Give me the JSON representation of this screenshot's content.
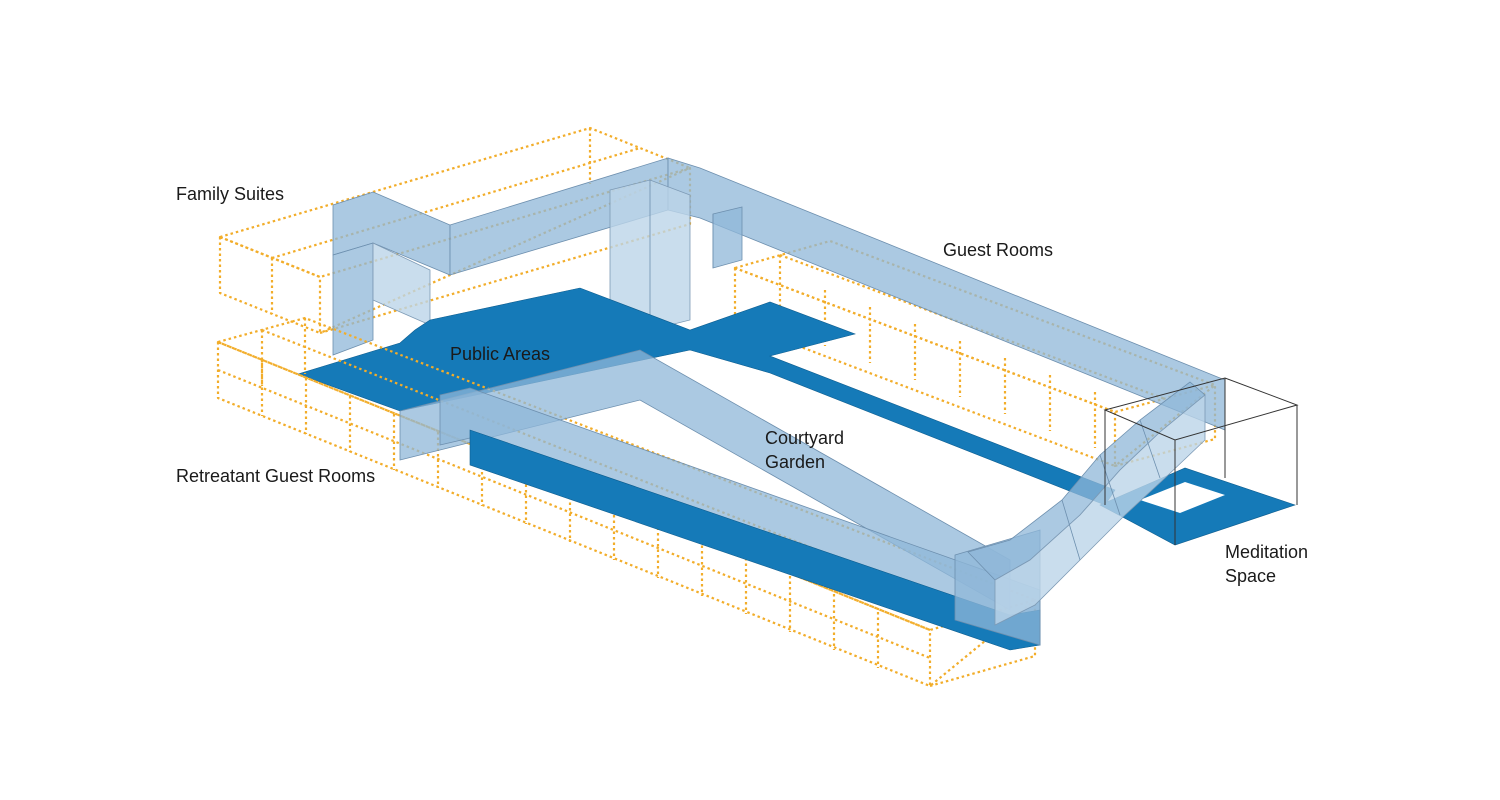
{
  "labels": {
    "family_suites": "Family Suites",
    "guest_rooms": "Guest Rooms",
    "public_areas": "Public Areas",
    "courtyard_line1": "Courtyard",
    "courtyard_line2": "Garden",
    "retreatant_guest_rooms": "Retreatant Guest Rooms",
    "meditation_line1": "Meditation",
    "meditation_line2": "Space"
  },
  "colors": {
    "room_outline": "#f2ad2a",
    "corridor_glass": "#8fb7d8",
    "floor_plate": "#157ab8"
  }
}
